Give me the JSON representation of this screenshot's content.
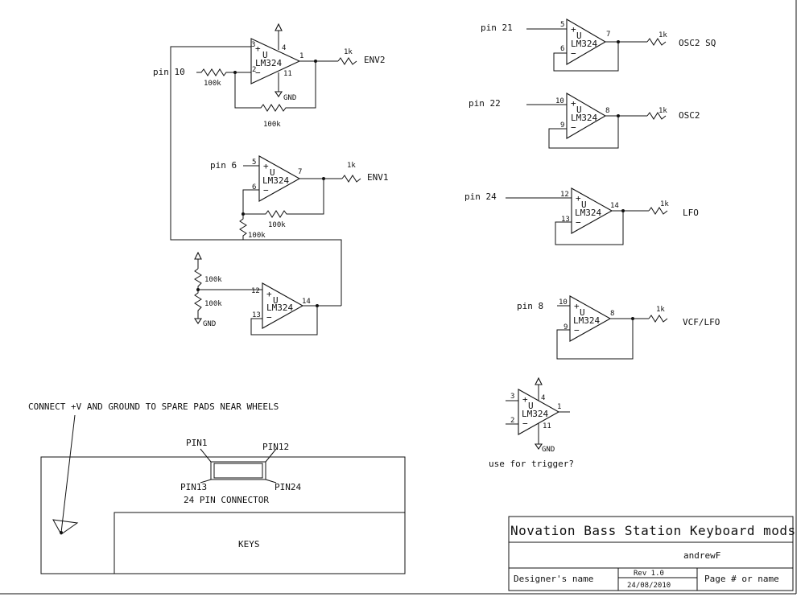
{
  "opamp_label": "LM324",
  "unit_label": "U",
  "plus": "+",
  "minus": "−",
  "left": {
    "env2": {
      "pin_in": "pin 10",
      "p_plus": "3",
      "p_minus": "2",
      "p_out": "1",
      "p_vcc": "4",
      "p_gnd": "11",
      "r_in": "100k",
      "r_fb": "100k",
      "r_out": "1k",
      "out_label": "ENV2",
      "gnd_label": "GND"
    },
    "env1": {
      "pin_in": "pin 6",
      "p_plus": "5",
      "p_minus": "6",
      "p_out": "7",
      "r_fb": "100k",
      "r_gnd": "100k",
      "r_out": "1k",
      "out_label": "ENV1"
    },
    "buffer": {
      "p_plus": "12",
      "p_minus": "13",
      "p_out": "14",
      "r_top": "100k",
      "r_bot": "100k",
      "gnd_label": "GND"
    }
  },
  "right": [
    {
      "pin_in": "pin 21",
      "p_plus": "5",
      "p_minus": "6",
      "p_out": "7",
      "r_out": "1k",
      "out_label": "OSC2 SQ"
    },
    {
      "pin_in": "pin 22",
      "p_plus": "10",
      "p_minus": "9",
      "p_out": "8",
      "r_out": "1k",
      "out_label": "OSC2"
    },
    {
      "pin_in": "pin 24",
      "p_plus": "12",
      "p_minus": "13",
      "p_out": "14",
      "r_out": "1k",
      "out_label": "LFO"
    },
    {
      "pin_in": "pin 8",
      "p_plus": "10",
      "p_minus": "9",
      "p_out": "8",
      "r_out": "1k",
      "out_label": "VCF/LFO"
    }
  ],
  "spare": {
    "p_plus": "3",
    "p_minus": "2",
    "p_out": "1",
    "p_vcc": "4",
    "p_gnd": "11",
    "gnd_label": "GND",
    "note": "use for trigger?"
  },
  "board": {
    "note": "CONNECT +V AND GROUND TO SPARE PADS NEAR WHEELS",
    "pin1": "PIN1",
    "pin12": "PIN12",
    "pin13": "PIN13",
    "pin24": "PIN24",
    "connector": "24 PIN CONNECTOR",
    "keys": "KEYS"
  },
  "title_block": {
    "title": "Novation Bass Station Keyboard mods",
    "designer": "andrewF",
    "designer_label": "Designer's name",
    "rev": "Rev 1.0",
    "date": "24/08/2010",
    "page_label": "Page # or name"
  }
}
